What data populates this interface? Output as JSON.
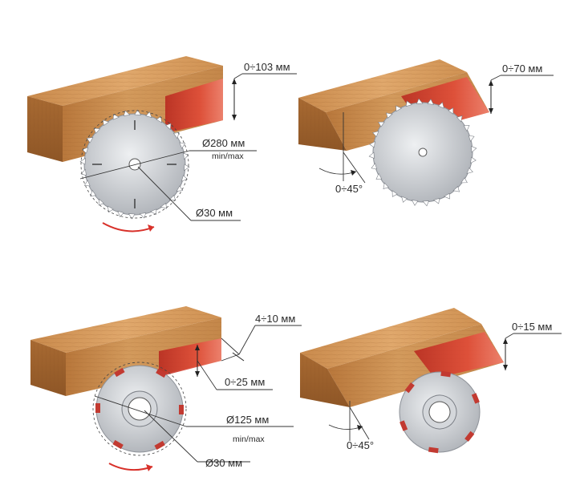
{
  "colors": {
    "wood_top": "#d9a066",
    "wood_front": "#c68648",
    "wood_end": "#a86a32",
    "cut_red": "#d93a2b",
    "blade": "#c9ccd0",
    "tip": "#c23a31",
    "rotation_arrow": "#d8312a"
  },
  "panels": {
    "saw_straight": {
      "cut_depth": "0÷103 мм",
      "blade_diameter": "Ø280 мм",
      "blade_diameter_note": "min/max",
      "bore": "Ø30 мм"
    },
    "saw_bevel": {
      "cut_depth": "0÷70 мм",
      "tilt_angle": "0÷45°"
    },
    "groover_straight": {
      "groove_width": "4÷10 мм",
      "groove_depth": "0÷25 мм",
      "cutter_diameter": "Ø125 мм",
      "cutter_diameter_note": "min/max",
      "bore": "Ø30 мм"
    },
    "groover_bevel": {
      "groove_depth": "0÷15 мм",
      "tilt_angle": "0÷45°"
    }
  }
}
